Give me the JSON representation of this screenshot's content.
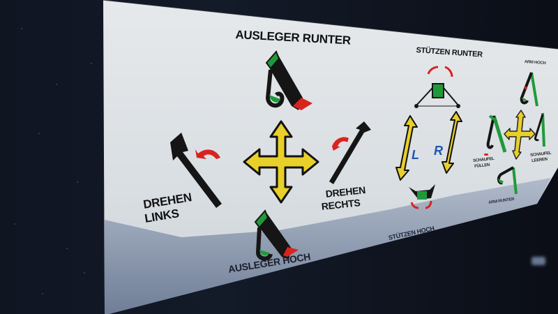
{
  "panel": {
    "colors": {
      "panel": "#dfe3e6",
      "shadow": "#8a97ad",
      "background": "#0d111a",
      "yellow": "#e8cf2a",
      "green": "#1f9a3a",
      "red": "#d8231e",
      "blue": "#1f56b0",
      "black": "#151515"
    },
    "boom_section": {
      "top_label": "AUSLEGER RUNTER",
      "bottom_label": "AUSLEGER HOCH",
      "left_label_line1": "DREHEN",
      "left_label_line2": "LINKS",
      "right_label_line1": "DREHEN",
      "right_label_line2": "RECHTS"
    },
    "outrigger_section": {
      "top_label": "STÜTZEN RUNTER",
      "bottom_label": "STÜTZEN HOCH",
      "left_letter": "L",
      "right_letter": "R"
    },
    "arm_section": {
      "top_label": "ARM HOCH",
      "left_label_line1": "SCHAUFEL",
      "left_label_line2": "FÜLLEN",
      "right_label_line1": "SCHAUFEL",
      "right_label_line2": "LEEREN",
      "bottom_label": "ARM RUNTER"
    }
  }
}
